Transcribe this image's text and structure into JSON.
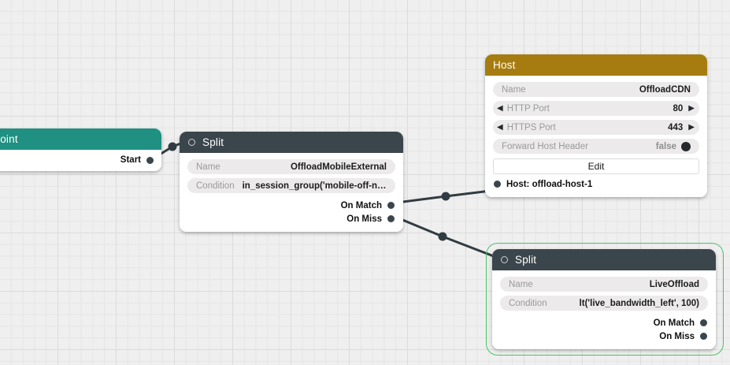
{
  "canvas": {
    "grid": {
      "minor_color": "#e5e5e5",
      "major_color": "#dcdcdc",
      "background": "#efefef"
    },
    "colors": {
      "entrypoint_header": "#1f9082",
      "split_header": "#3b464c",
      "host_header": "#a67c11",
      "edge": "#313c42",
      "selection": "#4cc16a"
    }
  },
  "nodes": {
    "entrypoint": {
      "title": "Entrypoint",
      "header_color": "#1f9082",
      "ports": [
        {
          "label": "Start",
          "side": "right"
        }
      ]
    },
    "split_main": {
      "title": "Split",
      "icon": "circle-outline-icon",
      "header_color": "#3b464c",
      "properties": [
        {
          "label": "Name",
          "value": "OffloadMobileExternal"
        },
        {
          "label": "Condition",
          "value": "in_session_group('mobile-off-net')"
        }
      ],
      "ports": [
        {
          "label": "On Match",
          "side": "right"
        },
        {
          "label": "On Miss",
          "side": "right"
        }
      ]
    },
    "host": {
      "title": "Host",
      "header_color": "#a67c11",
      "properties": [
        {
          "label": "Name",
          "value": "OffloadCDN",
          "kind": "text"
        },
        {
          "label": "HTTP Port",
          "value": "80",
          "kind": "stepper"
        },
        {
          "label": "HTTPS Port",
          "value": "443",
          "kind": "stepper"
        },
        {
          "label": "Forward Host Header",
          "value": "false",
          "kind": "toggle"
        }
      ],
      "edit_button": "Edit",
      "ports": [
        {
          "label": "Host: offload-host-1",
          "side": "left"
        }
      ]
    },
    "split_live": {
      "title": "Split",
      "icon": "circle-outline-icon",
      "header_color": "#3b464c",
      "selected": true,
      "properties": [
        {
          "label": "Name",
          "value": "LiveOffload"
        },
        {
          "label": "Condition",
          "value": "lt('live_bandwidth_left', 100)"
        }
      ],
      "ports": [
        {
          "label": "On Match",
          "side": "right"
        },
        {
          "label": "On Miss",
          "side": "right"
        }
      ]
    }
  },
  "edges": [
    {
      "from": "entrypoint.Start",
      "to": "split_main.input"
    },
    {
      "from": "split_main.On Match",
      "to": "host.input"
    },
    {
      "from": "split_main.On Miss",
      "to": "split_live.input"
    }
  ],
  "icons": {
    "stepper_left": "◀",
    "stepper_right": "▶"
  }
}
